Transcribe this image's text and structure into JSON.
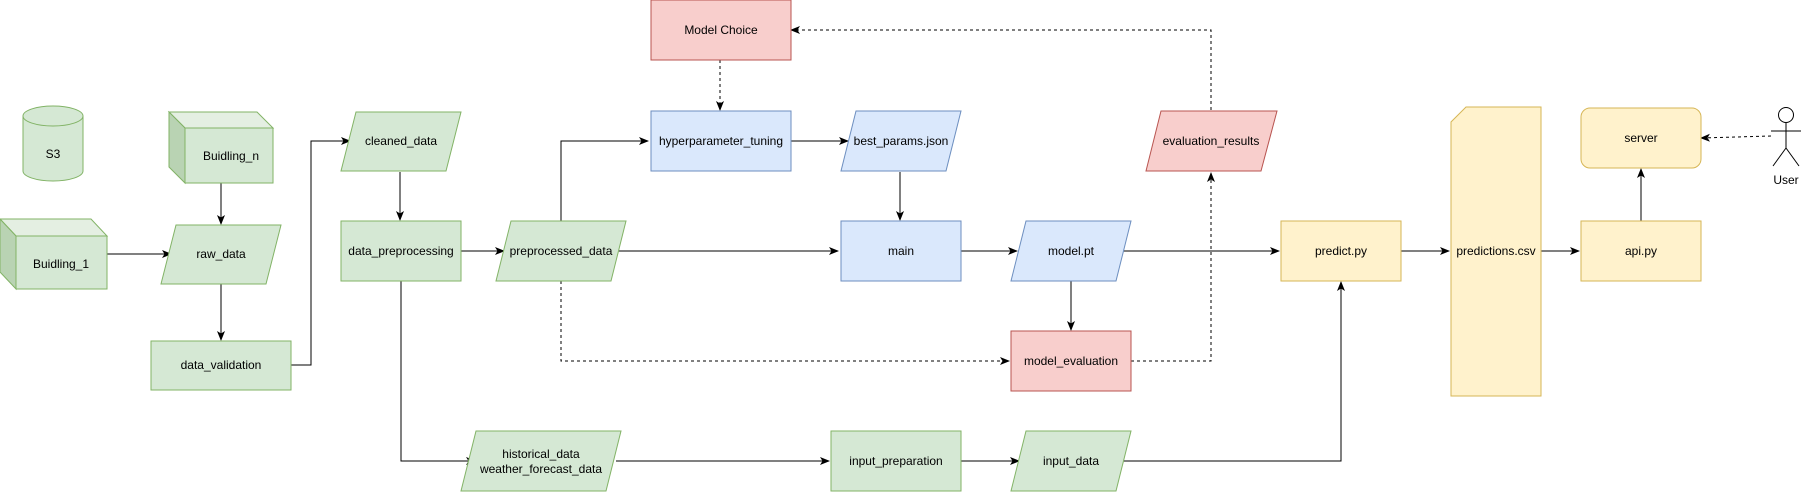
{
  "colors": {
    "green_fill": "#d5e8d4",
    "green_stroke": "#82b366",
    "blue_fill": "#dae8fc",
    "blue_stroke": "#6c8ebf",
    "red_fill": "#f8cecc",
    "red_stroke": "#b85450",
    "yellow_fill": "#fff2cc",
    "yellow_stroke": "#d6b656",
    "edge": "#000000"
  },
  "nodes": {
    "s3": "S3",
    "buidling_n": "Buidling_n",
    "buidling_1": "Buidling_1",
    "raw_data": "raw_data",
    "data_validation": "data_validation",
    "cleaned_data": "cleaned_data",
    "data_preprocessing": "data_preprocessing",
    "preprocessed_data": "preprocessed_data",
    "historical_data": "historical_data",
    "weather_forecast_data": "weather_forecast_data",
    "model_choice": "Model Choice",
    "hyperparameter_tuning": "hyperparameter_tuning",
    "best_params": "best_params.json",
    "main": "main",
    "model_pt": "model.pt",
    "model_evaluation": "model_evaluation",
    "evaluation_results": "evaluation_results",
    "input_preparation": "input_preparation",
    "input_data": "input_data",
    "predict_py": "predict.py",
    "predictions_csv": "predictions.csv",
    "api_py": "api.py",
    "server": "server",
    "user": "User"
  }
}
